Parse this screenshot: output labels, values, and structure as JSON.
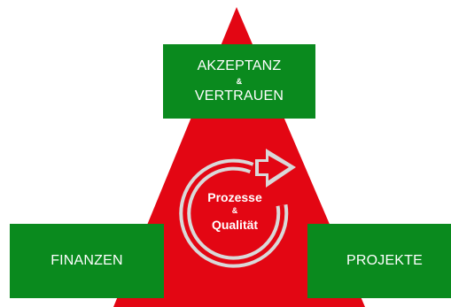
{
  "colors": {
    "triangle": "#e30613",
    "box": "#0a8a1e",
    "cycle_arrow": "#d9d9d9",
    "text": "#ffffff"
  },
  "icons": {
    "cycle": "circular-arrow-icon"
  },
  "top_box": {
    "line1": "AKZEPTANZ",
    "amp": "&",
    "line2": "VERTRAUEN"
  },
  "left_box": {
    "label": "FINANZEN"
  },
  "right_box": {
    "label": "PROJEKTE"
  },
  "center": {
    "line1": "Prozesse",
    "amp": "&",
    "line2": "Qualität"
  }
}
